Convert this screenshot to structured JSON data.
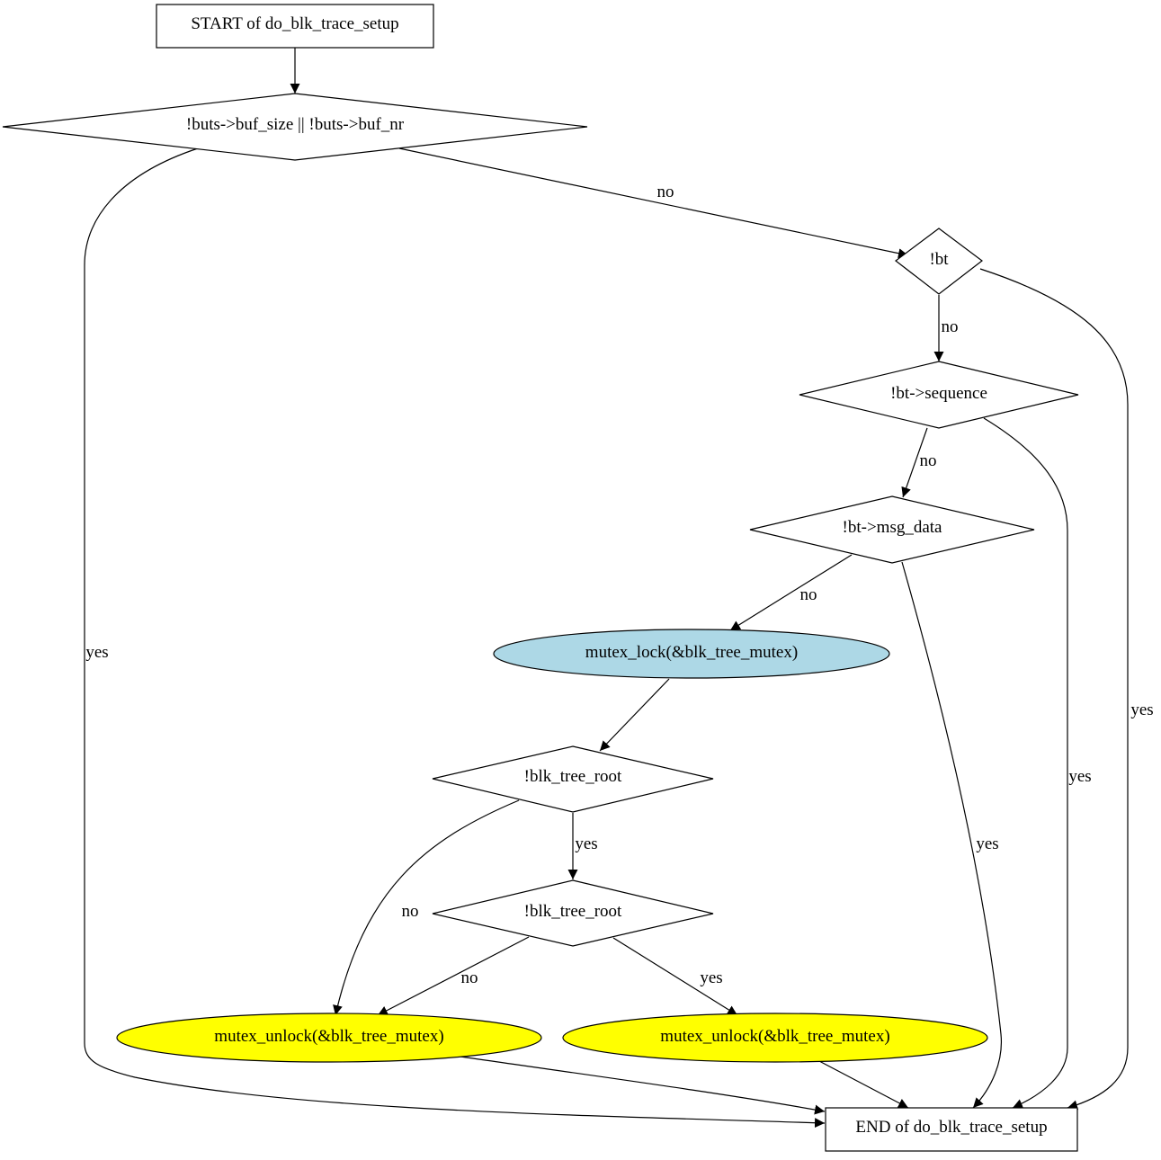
{
  "diagram": {
    "colors": {
      "lock": "#add8e6",
      "unlock": "#ffff00",
      "default_fill": "#ffffff",
      "stroke": "#000000"
    },
    "nodes": {
      "start": "START of do_blk_trace_setup",
      "cond_buts": "!buts->buf_size || !buts->buf_nr",
      "cond_bt": "!bt",
      "cond_seq": "!bt->sequence",
      "cond_msg": "!bt->msg_data",
      "mutex_lock": "mutex_lock(&blk_tree_mutex)",
      "cond_root1": "!blk_tree_root",
      "cond_root2": "!blk_tree_root",
      "unlock_left": "mutex_unlock(&blk_tree_mutex)",
      "unlock_right": "mutex_unlock(&blk_tree_mutex)",
      "end": "END of do_blk_trace_setup"
    },
    "edge_labels": {
      "buts_no": "no",
      "buts_yes": "yes",
      "bt_no": "no",
      "bt_yes": "yes",
      "seq_no": "no",
      "seq_yes": "yes",
      "msg_no": "no",
      "msg_yes": "yes",
      "root1_yes": "yes",
      "root1_no": "no",
      "root2_no": "no",
      "root2_yes": "yes"
    }
  }
}
